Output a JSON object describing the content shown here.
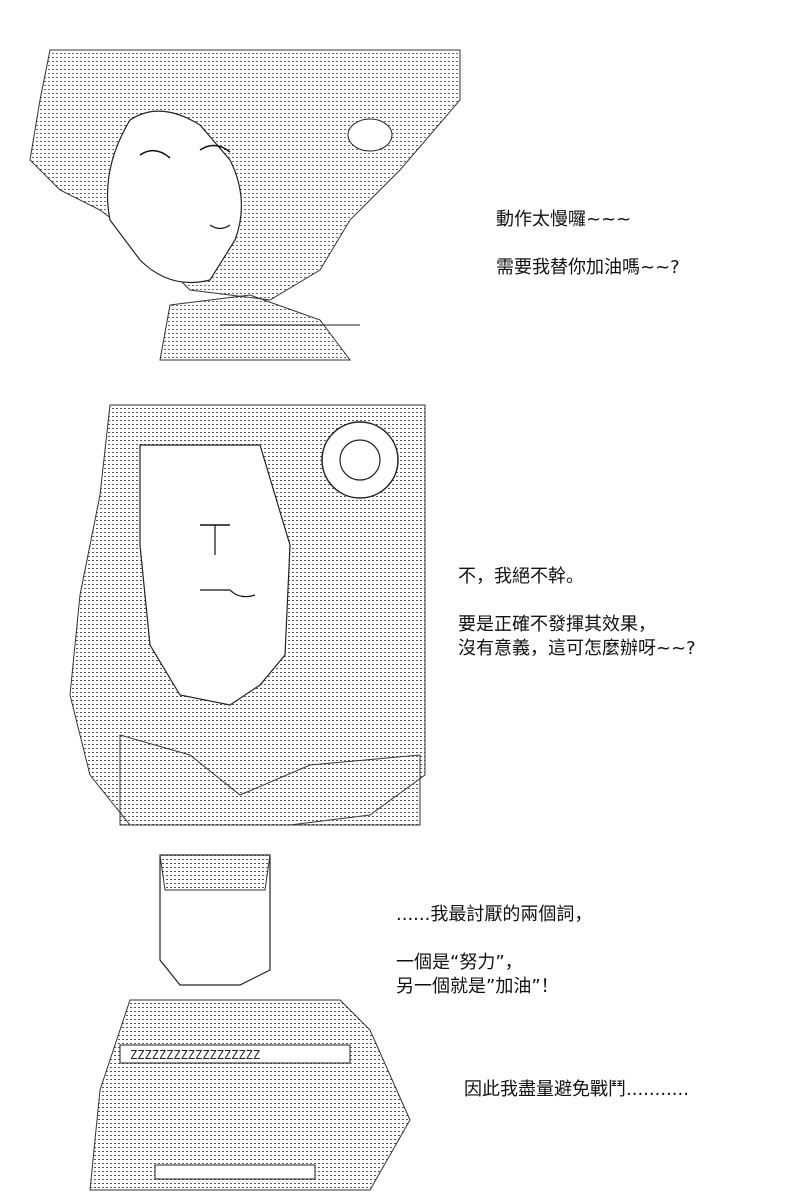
{
  "panels": [
    {
      "lines": [
        "動作太慢囉~~~",
        "",
        "需要我替你加油嗎~~?"
      ]
    },
    {
      "lines": [
        "不，我絕不幹。",
        "",
        "要是正確不發揮其效果，",
        "沒有意義，這可怎麼辦呀~~?"
      ]
    },
    {
      "lines": [
        "......我最討厭的兩個詞，",
        "",
        "一個是“努力”，",
        "另一個就是”加油”！"
      ]
    },
    {
      "lines": [
        "因此我盡量避免戰鬥..........."
      ]
    }
  ]
}
